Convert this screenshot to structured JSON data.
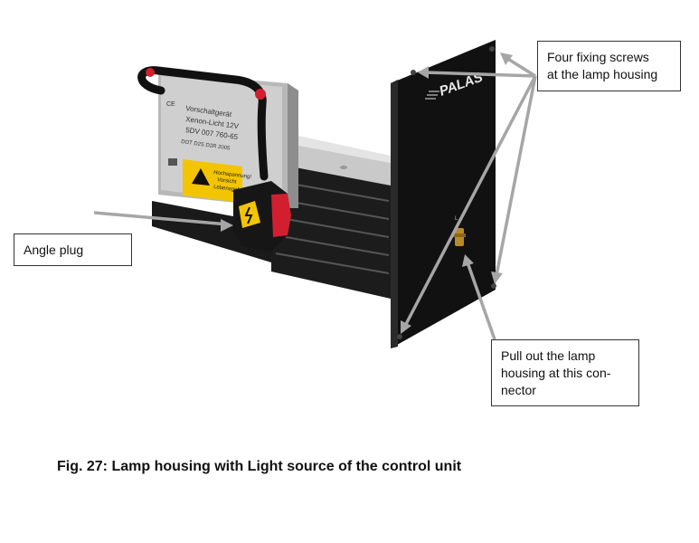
{
  "figure": {
    "caption": "Fig. 27: Lamp housing with Light source of the control unit",
    "callouts": {
      "angle_plug": "Angle plug",
      "fixing_screws": "Four fixing screws\nat the lamp housing",
      "connector": "Pull out the lamp\nhousing at this con-\nnector"
    },
    "photo": {
      "brand": "PALAS",
      "panel_letter": "L",
      "ballast_label_lines": [
        "Vorschaltgerät",
        "Xenon-Licht 12V",
        "5DV 007 760-65",
        "DOT       D2S D2R      2005"
      ],
      "warning_label_lines": [
        "Hochspannung!",
        "Vorsicht",
        "Lebensgefahr"
      ],
      "ce_mark": "CE"
    },
    "colors": {
      "panel": "#111111",
      "callout_arrow": "#a6a6a6",
      "plug_red": "#d21f2f",
      "warning_yellow": "#f2c500"
    }
  }
}
